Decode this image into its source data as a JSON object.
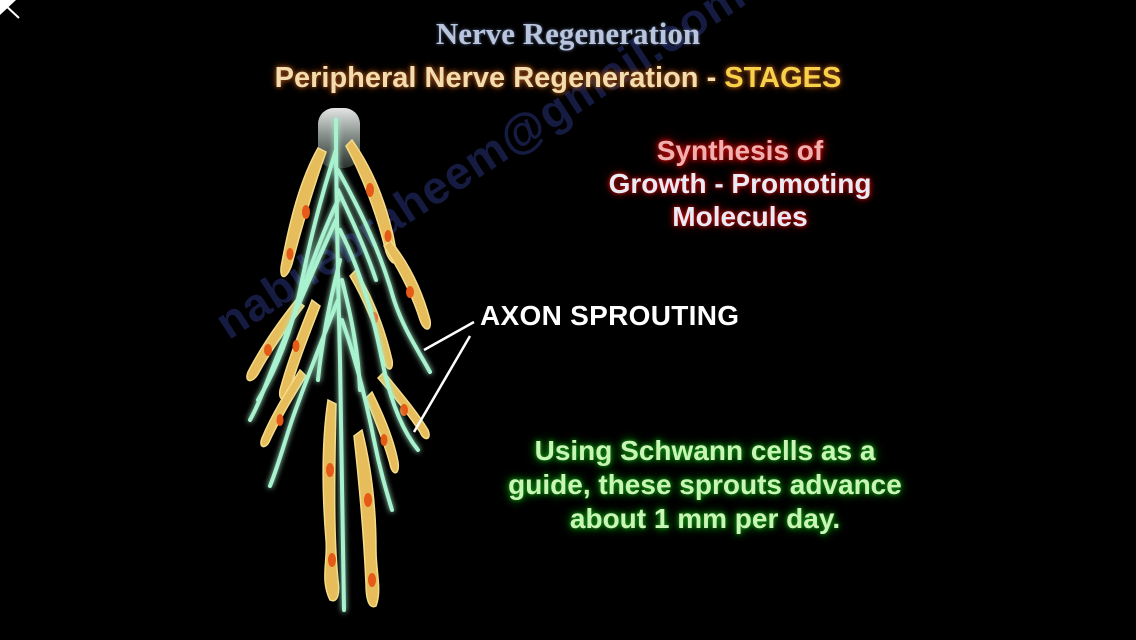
{
  "slide": {
    "title": "Nerve Regeneration",
    "subtitle_main": "Peripheral Nerve Regeneration - ",
    "subtitle_highlight": "STAGES",
    "synthesis_line1": "Synthesis of",
    "synthesis_line2": "Growth - Promoting",
    "synthesis_line3": "Molecules",
    "axon_label": "AXON SPROUTING",
    "note_line1": "Using Schwann cells as a",
    "note_line2": "guide, these sprouts advance",
    "note_line3": "about 1 mm per day.",
    "watermark": "nabilebraheem@gmail.com"
  },
  "colors": {
    "background": "#000000",
    "axon": "#9ef0c8",
    "schwann": "#e8c060",
    "nucleus": "#e05a14",
    "red_glow": "#d01010",
    "green_glow": "#19a019"
  }
}
